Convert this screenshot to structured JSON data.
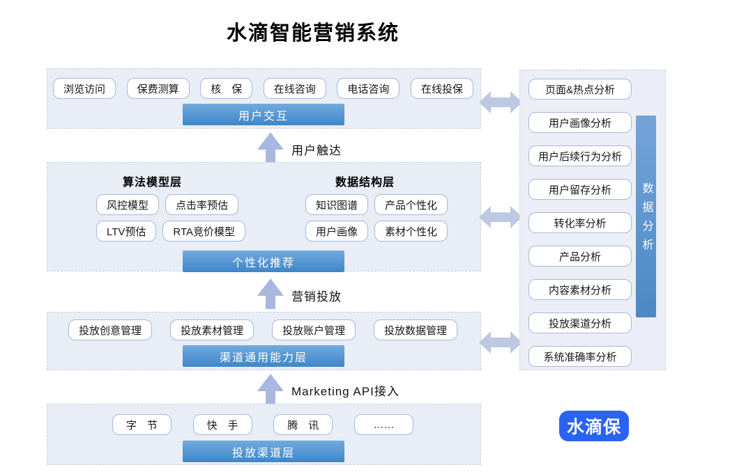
{
  "title": "水滴智能营销系统",
  "colors": {
    "section_bg": "#e9edf6",
    "pill_border": "#a6b7d9",
    "bar_gradient_top": "#72aadd",
    "bar_gradient_bottom": "#3e86c7",
    "up_arrow": "#a9b8e0",
    "double_arrow": "#bdc8e3",
    "vbar_blue": "#5e95cd",
    "logo_blue": "#2a62f1"
  },
  "user_layer": {
    "pills": [
      "浏览访问",
      "保费测算",
      "核　保",
      "在线咨询",
      "电话咨询",
      "在线投保"
    ],
    "bar": "用户交互"
  },
  "flow_labels": {
    "reach": "用户触达",
    "marketing": "营销投放",
    "api": "Marketing API接入"
  },
  "model_layer": {
    "algo_title": "算法模型层",
    "algo_pills": [
      "风控模型",
      "点击率预估",
      "LTV预估",
      "RTA竞价模型"
    ],
    "data_title": "数据结构层",
    "data_pills": [
      "知识图谱",
      "产品个性化",
      "用户画像",
      "素材个性化"
    ],
    "bar": "个性化推荐"
  },
  "channel_layer": {
    "pills": [
      "投放创意管理",
      "投放素材管理",
      "投放账户管理",
      "投放数据管理"
    ],
    "bar": "渠道通用能力层"
  },
  "platform_layer": {
    "pills": [
      "字　节",
      "快　手",
      "腾　讯",
      "……"
    ],
    "bar": "投放渠道层"
  },
  "analysis_panel": {
    "pills": [
      "页面&热点分析",
      "用户画像分析",
      "用户后续行为分析",
      "用户留存分析",
      "转化率分析",
      "产品分析",
      "内容素材分析",
      "投放渠道分析",
      "系统准确率分析"
    ],
    "vbar": "数据分析"
  },
  "logo": "水滴保"
}
